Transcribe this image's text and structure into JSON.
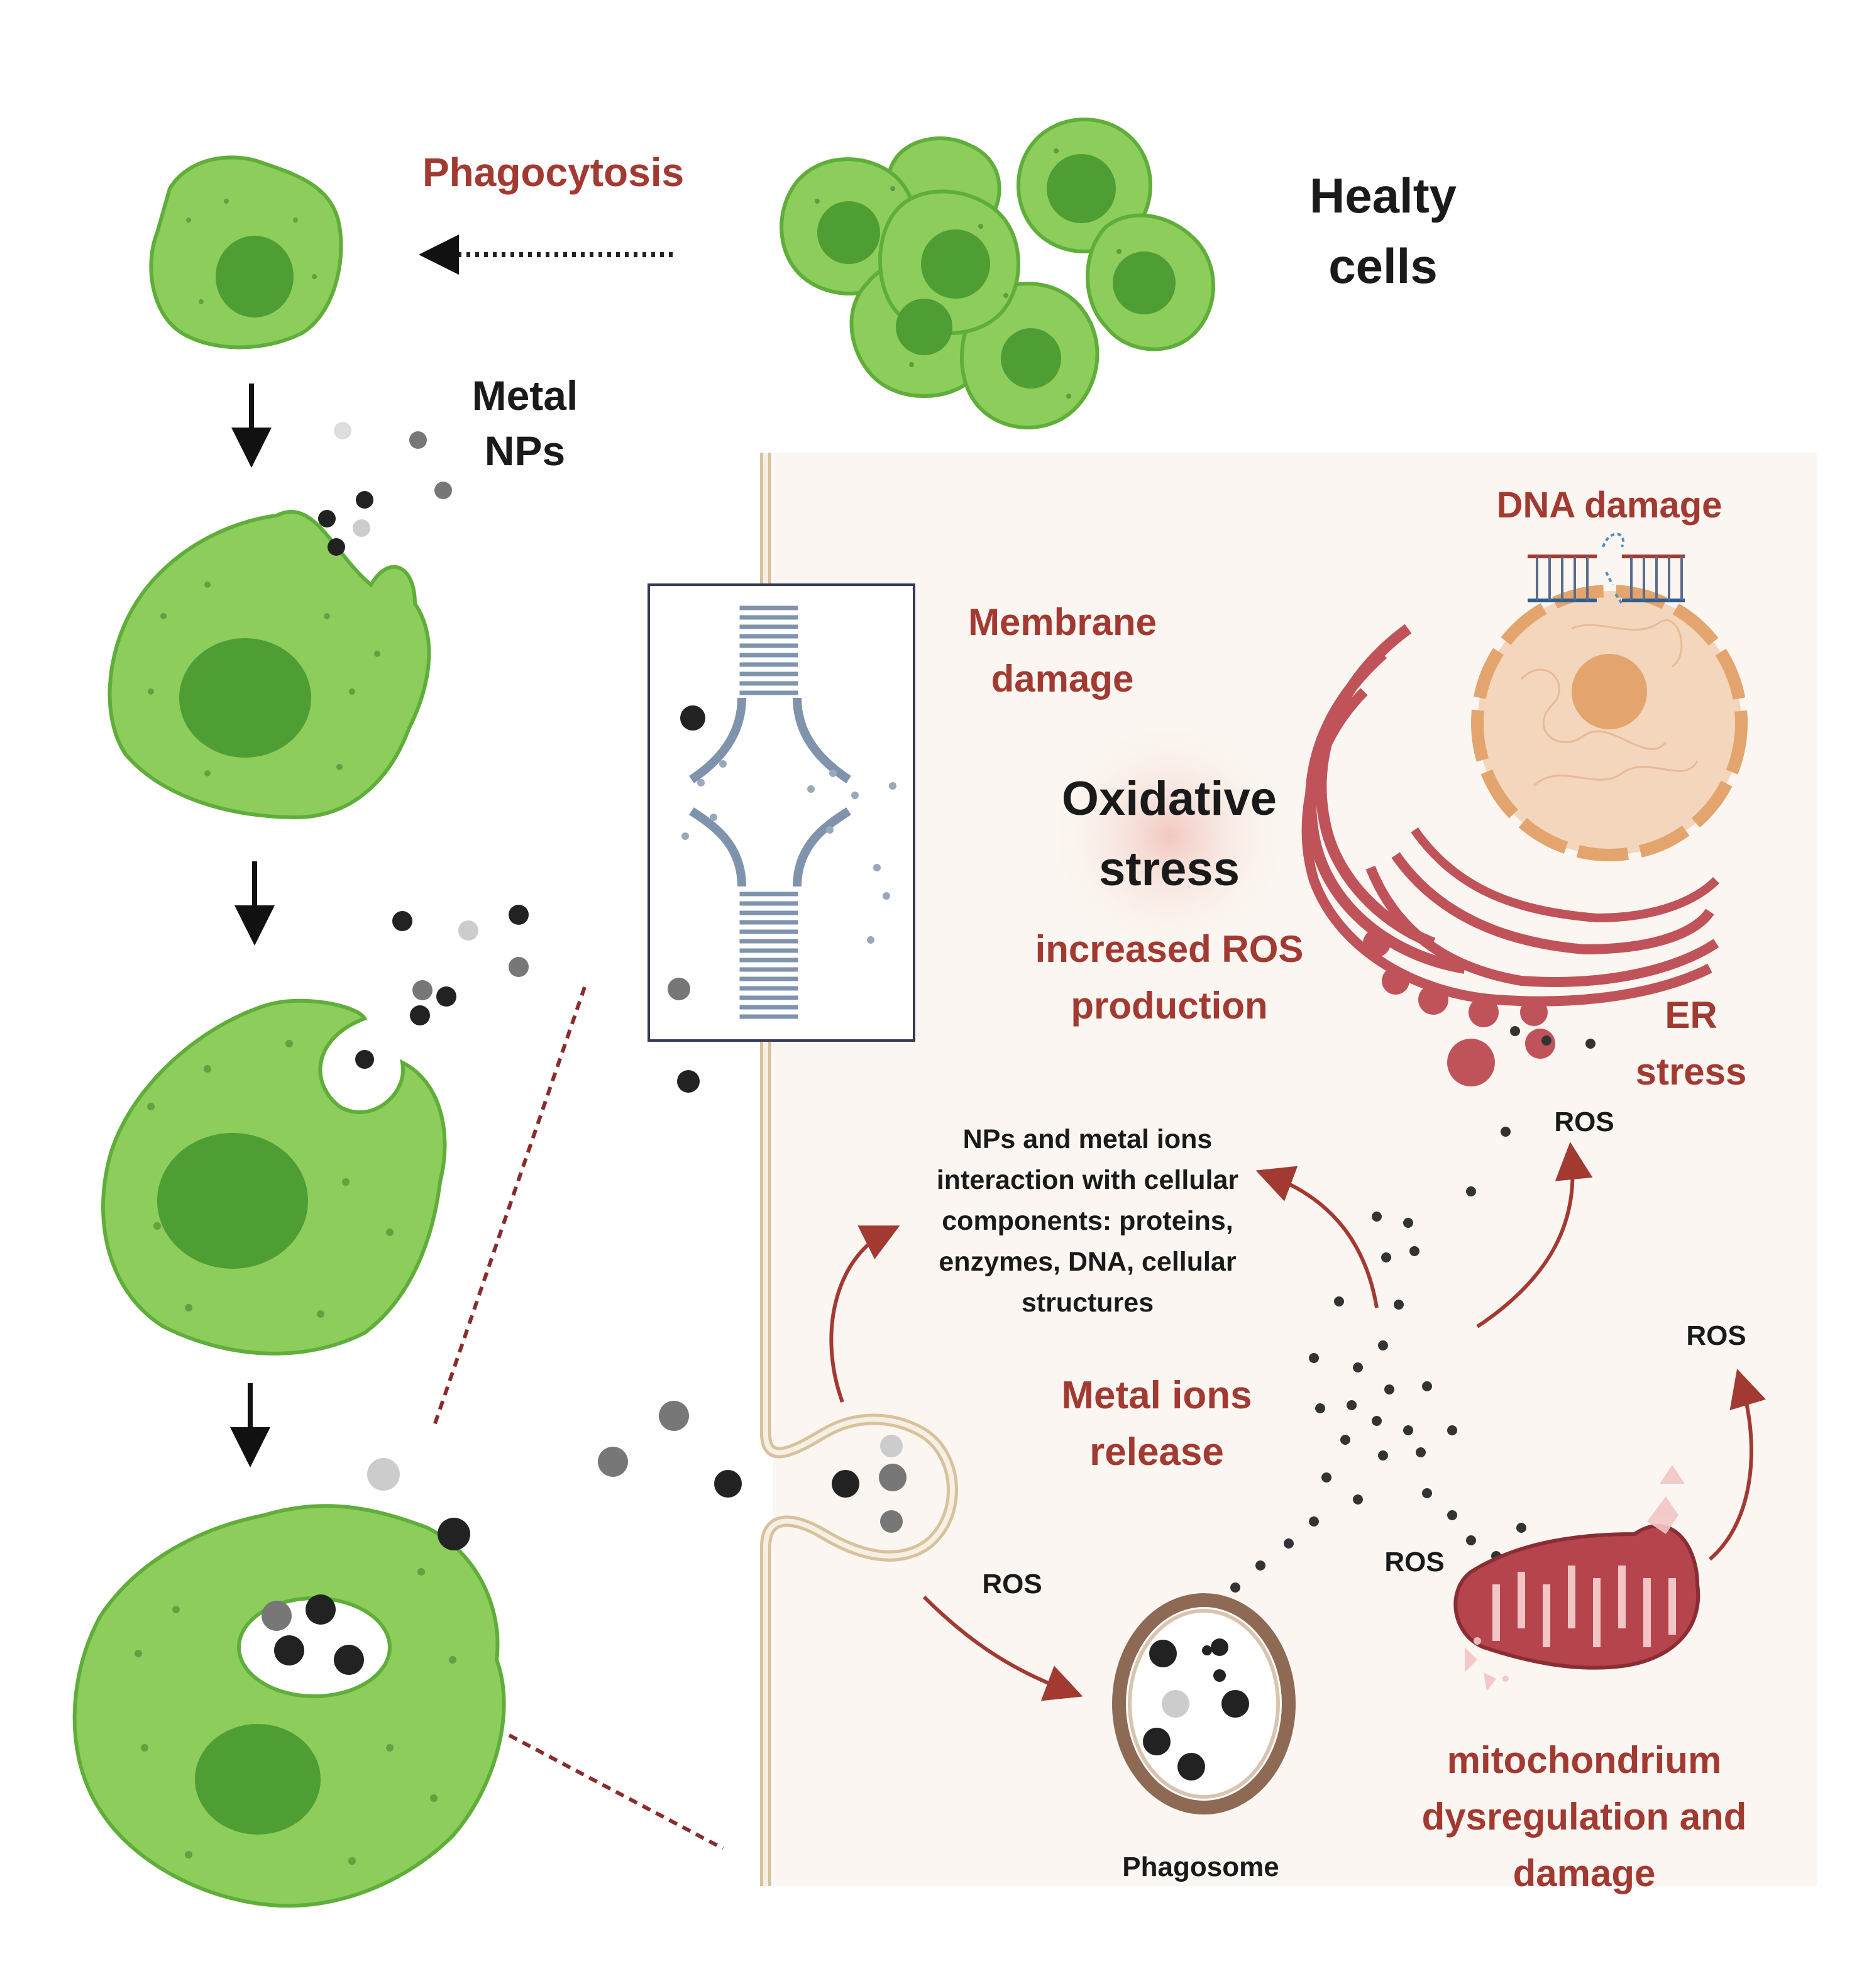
{
  "labels": {
    "phagocytosis": "Phagocytosis",
    "healthy_cells": [
      "Healty",
      "cells"
    ],
    "metal_nps": [
      "Metal",
      "NPs"
    ],
    "dna_damage": "DNA damage",
    "membrane_damage": [
      "Membrane",
      "damage"
    ],
    "oxidative_stress": [
      "Oxidative",
      "stress"
    ],
    "increased_ros": [
      "increased ROS",
      "production"
    ],
    "er_stress": [
      "ER",
      "stress"
    ],
    "nps_interaction": [
      "NPs and metal ions",
      "interaction with cellular",
      "components: proteins,",
      "enzymes, DNA, cellular",
      "structures"
    ],
    "metal_ions_release": [
      "Metal ions",
      "release"
    ],
    "ros_1": "ROS",
    "ros_2": "ROS",
    "ros_3": "ROS",
    "ros_4": "ROS",
    "phagosome": "Phagosome",
    "mitochondrium": [
      "mitochondrium",
      "dysregulation and",
      "damage"
    ]
  },
  "colors": {
    "cell_fill": "#8ccd5c",
    "cell_stroke": "#5fae3a",
    "nucleus": "#4f9e33",
    "accent_red": "#a23a32",
    "membrane": "#d8c29c",
    "panel_bg": "#fbf6f1"
  }
}
